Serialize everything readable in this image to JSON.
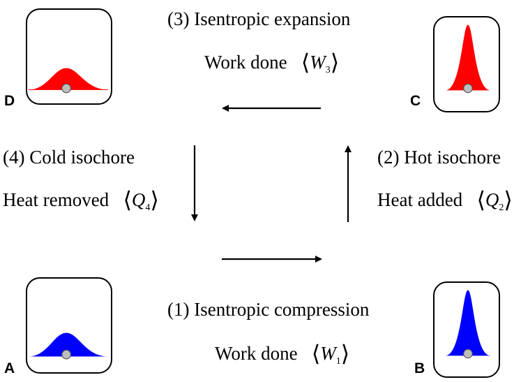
{
  "states": {
    "a": {
      "label": "A",
      "peak_color": "#0000ff"
    },
    "b": {
      "label": "B",
      "peak_color": "#0000ff"
    },
    "c": {
      "label": "C",
      "peak_color": "#ff0000"
    },
    "d": {
      "label": "D",
      "peak_color": "#ff0000"
    }
  },
  "processes": {
    "p1": {
      "title": "(1) Isentropic compression",
      "quantity": "Work done",
      "symbol": "W",
      "sub": "1"
    },
    "p2": {
      "title": "(2) Hot isochore",
      "quantity": "Heat added",
      "symbol": "Q",
      "sub": "2"
    },
    "p3": {
      "title": "(3) Isentropic expansion",
      "quantity": "Work done",
      "symbol": "W",
      "sub": "3"
    },
    "p4": {
      "title": "(4) Cold isochore",
      "quantity": "Heat removed",
      "symbol": "Q",
      "sub": "4"
    }
  },
  "brackets": {
    "open": "⟨",
    "close": "⟩"
  }
}
